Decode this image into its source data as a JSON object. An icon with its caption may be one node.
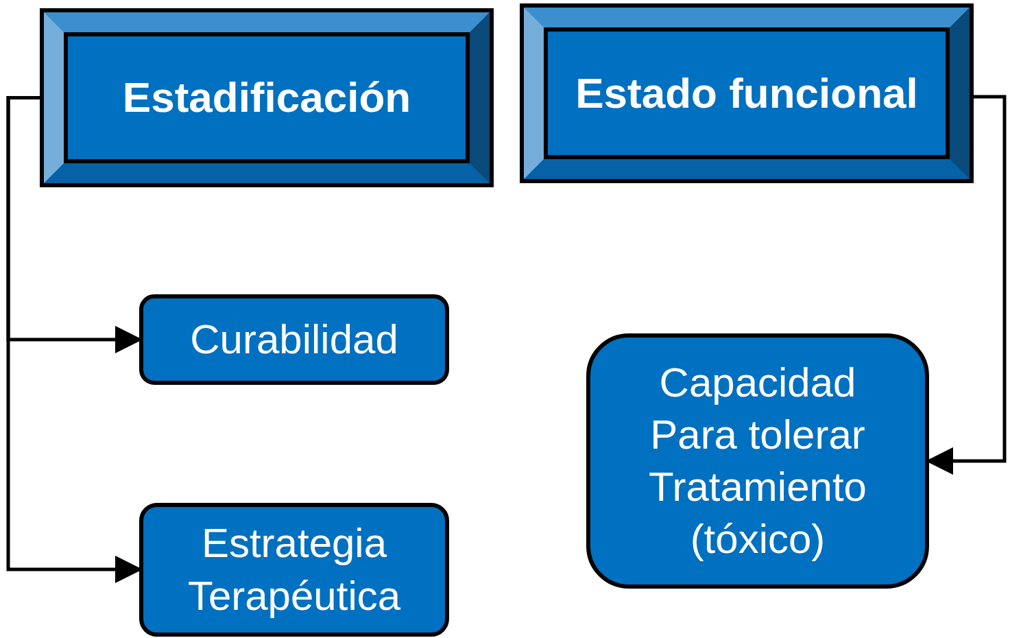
{
  "diagram": {
    "nodes": [
      {
        "text": [
          "Estadificación"
        ]
      },
      {
        "text": [
          "Estado funcional"
        ]
      },
      {
        "text": [
          "Curabilidad"
        ]
      },
      {
        "text": [
          "Estrategia Terapéutica"
        ]
      },
      {
        "text": [
          "Capacidad Para tolerar Tratamiento (tóxico)"
        ]
      }
    ],
    "edges": [
      {
        "from": 0,
        "to": 2,
        "arrow": "to"
      },
      {
        "from": 0,
        "to": 3,
        "arrow": "to"
      },
      {
        "from": 1,
        "to": 4,
        "arrow": "to"
      }
    ]
  }
}
